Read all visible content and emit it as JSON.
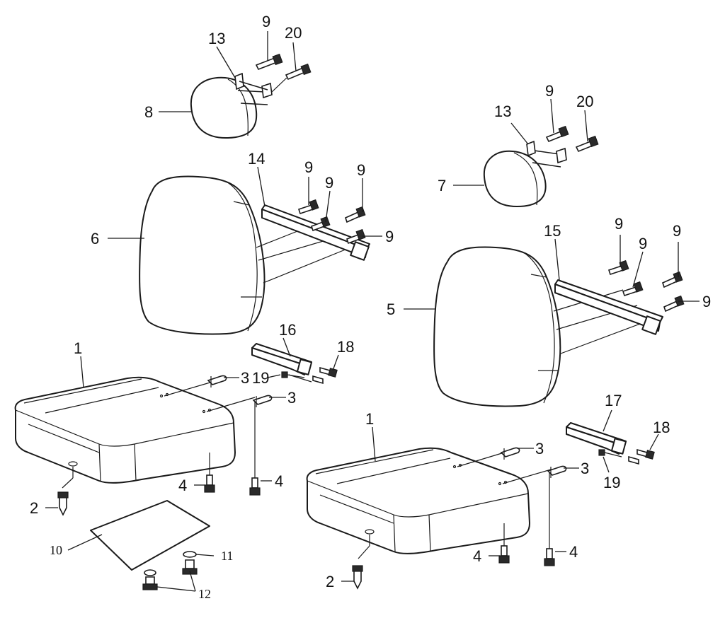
{
  "diagram": {
    "callouts": {
      "c1a": "1",
      "c1b": "1",
      "c2a": "2",
      "c2b": "2",
      "c3a": "3",
      "c3b": "3",
      "c3c": "3",
      "c3d": "3",
      "c4a": "4",
      "c4b": "4",
      "c4c": "4",
      "c4d": "4",
      "c5": "5",
      "c6": "6",
      "c7": "7",
      "c8": "8",
      "c9a": "9",
      "c9b": "9",
      "c9c": "9",
      "c9d": "9",
      "c9e": "9",
      "c9f": "9",
      "c9g": "9",
      "c9h": "9",
      "c9i": "9",
      "c9j": "9",
      "c10": "10",
      "c11": "11",
      "c12": "12",
      "c13a": "13",
      "c13b": "13",
      "c14": "14",
      "c15": "15",
      "c16": "16",
      "c17": "17",
      "c18a": "18",
      "c18b": "18",
      "c19a": "19",
      "c19b": "19",
      "c20a": "20",
      "c20b": "20"
    },
    "colors": {
      "line": "#1a1a1a",
      "background": "#ffffff"
    }
  }
}
